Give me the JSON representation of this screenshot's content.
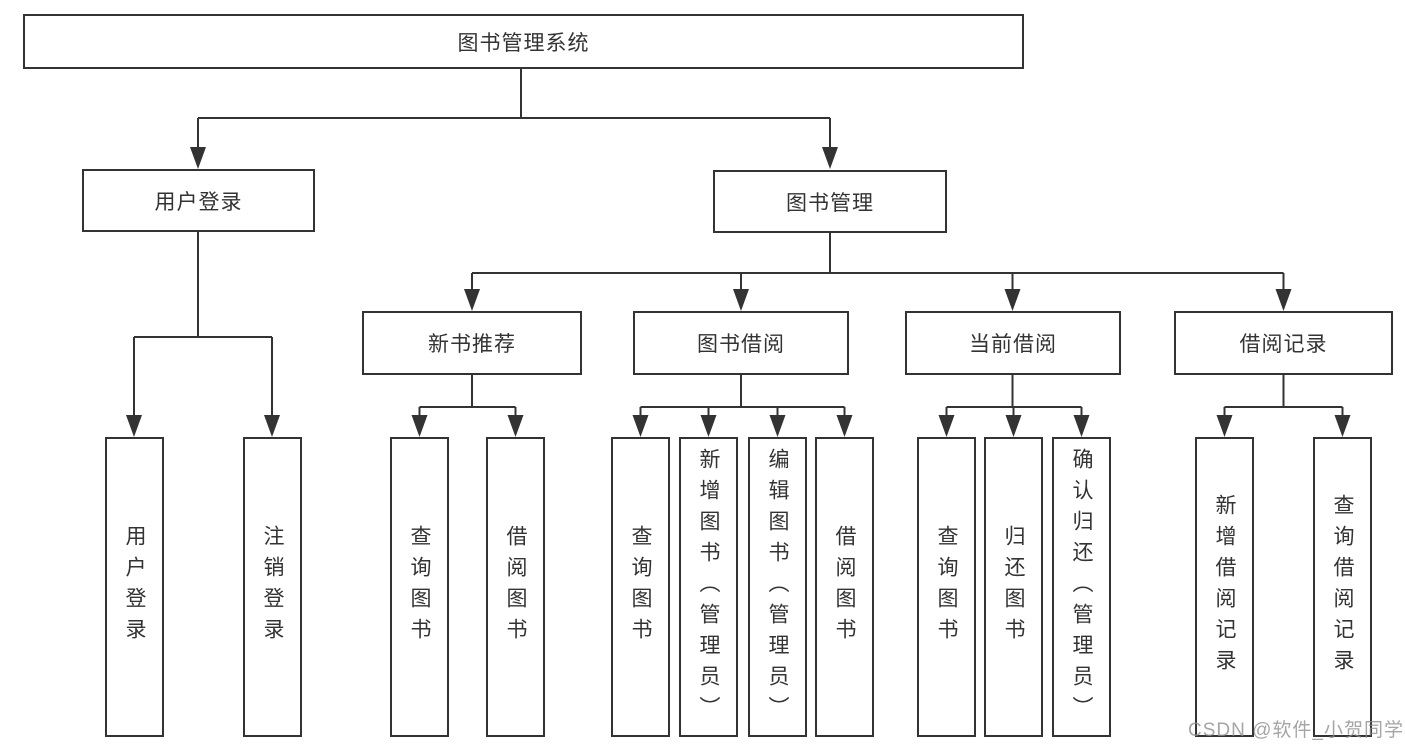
{
  "tree": {
    "root": {
      "label": "图书管理系统",
      "children": [
        {
          "label": "用户登录",
          "children": [
            {
              "label": "用户登录"
            },
            {
              "label": "注销登录"
            }
          ]
        },
        {
          "label": "图书管理",
          "children": [
            {
              "label": "新书推荐",
              "children": [
                {
                  "label": "查询图书"
                },
                {
                  "label": "借阅图书"
                }
              ]
            },
            {
              "label": "图书借阅",
              "children": [
                {
                  "label": "查询图书"
                },
                {
                  "label": "新增图书（管理员）"
                },
                {
                  "label": "编辑图书（管理员）"
                },
                {
                  "label": "借阅图书"
                }
              ]
            },
            {
              "label": "当前借阅",
              "children": [
                {
                  "label": "查询图书"
                },
                {
                  "label": "归还图书"
                },
                {
                  "label": "确认归还（管理员）"
                }
              ]
            },
            {
              "label": "借阅记录",
              "children": [
                {
                  "label": "新增借阅记录"
                },
                {
                  "label": "查询借阅记录"
                }
              ]
            }
          ]
        }
      ]
    }
  },
  "watermark": {
    "text": "CSDN @软件_小贺同学"
  },
  "colors": {
    "line": "#333333",
    "box_border": "#333333",
    "text": "#333333",
    "background": "#ffffff",
    "watermark": "#8f8f8f"
  }
}
